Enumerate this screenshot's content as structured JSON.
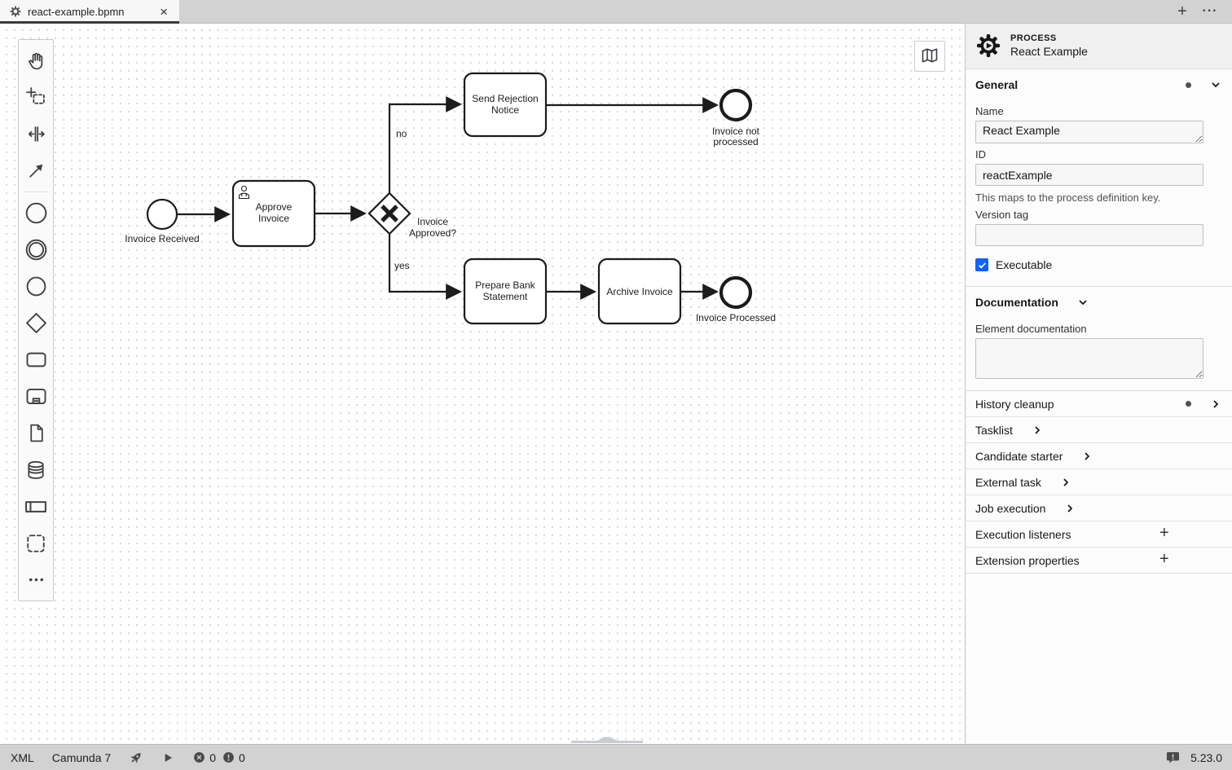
{
  "tab_bar": {
    "tab_title": "react-example.bpmn",
    "icons": {
      "close": "×",
      "new_tab": "+",
      "overflow_menu": "···"
    }
  },
  "palette": {
    "tools": [
      "hand-tool",
      "lasso-tool",
      "space-tool",
      "global-connect-tool",
      "create-start-event",
      "create-intermediate-event",
      "create-end-event",
      "create-gateway",
      "create-task",
      "create-subprocess",
      "create-data-object",
      "create-data-store",
      "create-participant",
      "create-group",
      "more-options"
    ]
  },
  "diagram": {
    "start_event": {
      "label": "Invoice Received"
    },
    "approve_task": {
      "line1": "Approve",
      "line2": "Invoice"
    },
    "gateway": {
      "line1": "Invoice",
      "line2": "Approved?"
    },
    "no_label": "no",
    "yes_label": "yes",
    "send_rejection_task": {
      "line1": "Send Rejection",
      "line2": "Notice"
    },
    "not_processed_end": {
      "line1": "Invoice not",
      "line2": "processed"
    },
    "prepare_task": {
      "line1": "Prepare Bank",
      "line2": "Statement"
    },
    "archive_task": {
      "label": "Archive Invoice"
    },
    "processed_end": {
      "label": "Invoice Processed"
    }
  },
  "properties_panel": {
    "header": {
      "type": "PROCESS",
      "name": "React Example"
    },
    "general": {
      "title": "General",
      "name_label": "Name",
      "name_value": "React Example",
      "id_label": "ID",
      "id_value": "reactExample",
      "id_help": "This maps to the process definition key.",
      "version_tag_label": "Version tag",
      "version_tag_value": "",
      "executable_label": "Executable"
    },
    "documentation": {
      "title": "Documentation",
      "element_doc_label": "Element documentation",
      "element_doc_value": ""
    },
    "collapsed_sections": [
      {
        "label": "History cleanup"
      },
      {
        "label": "Tasklist"
      },
      {
        "label": "Candidate starter"
      },
      {
        "label": "External task"
      },
      {
        "label": "Job execution"
      },
      {
        "label": "Execution listeners"
      },
      {
        "label": "Extension properties"
      }
    ],
    "add_icon": "+"
  },
  "status_bar": {
    "xml": "XML",
    "engine": "Camunda 7",
    "errors": "0",
    "warnings": "0",
    "version": "5.23.0"
  },
  "colors": {
    "checkbox_accent": "#0f62fe",
    "tab_underline": "#3b3b3b",
    "diagram_stroke": "#1c1c1c"
  }
}
